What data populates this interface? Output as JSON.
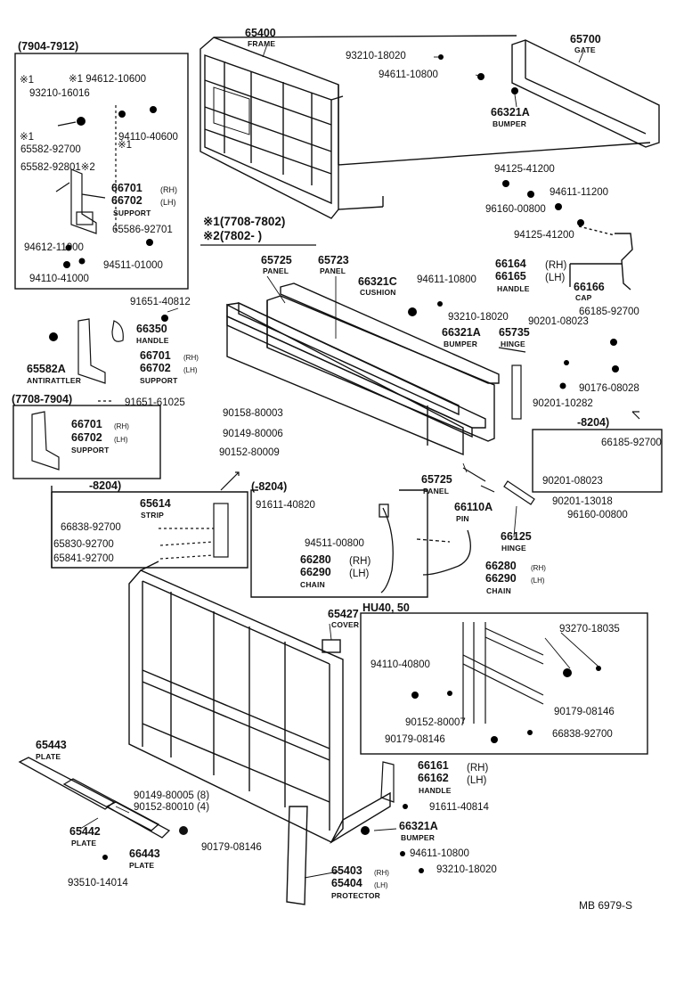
{
  "diagram_code": "MB 6979-S",
  "groups": {
    "g7904": "(7904-7912)",
    "g7708": "(7708-7904)",
    "g8204a": "-8204)",
    "g8204b": "(-8204)",
    "g8204c": "-8204)",
    "hu40": "HU40, 50",
    "note1": "※1(7708-7802)",
    "note2": "※2(7802-     )"
  },
  "labels": {
    "frame_no": "65400",
    "frame_nm": "FRAME",
    "gate_no": "65700",
    "gate_nm": "GATE",
    "bolt1": "93210-18020",
    "nut1": "94611-10800",
    "bumper1_no": "66321A",
    "bumper1_nm": "BUMPER",
    "mark1a": "※1",
    "mark1b": "※1",
    "p1": "※1 94612-10600",
    "p2": "93210-16016",
    "p3": "94110-40600",
    "mark1c": "※1",
    "mark1d": "※1",
    "p4": "65582-92700",
    "p5": "65582-92801※2",
    "sup1_rh": "66701",
    "sup1_rh_t": "(RH)",
    "sup1_lh": "66702",
    "sup1_lh_t": "(LH)",
    "sup1_nm": "SUPPORT",
    "p6": "65586-92701",
    "p7": "94612-11000",
    "p8": "94511-01000",
    "p9": "94110-41000",
    "p10": "94125-41200",
    "p11": "96160-00800",
    "p12": "94611-11200",
    "p13": "94125-41200",
    "panel1_no": "65725",
    "panel1_nm": "PANEL",
    "panel2_no": "65723",
    "panel2_nm": "PANEL",
    "cush_no": "66321C",
    "cush_nm": "CUSHION",
    "p14": "94611-10800",
    "h_rh_no": "66164",
    "h_rh_t": "(RH)",
    "h_lh_no": "66165",
    "h_lh_t": "(LH)",
    "h_nm": "HANDLE",
    "cap_no": "66166",
    "cap_nm": "CAP",
    "p15": "91651-40812",
    "hdl2_no": "66350",
    "hdl2_nm": "HANDLE",
    "p16": "93210-18020",
    "bumper2_no": "66321A",
    "bumper2_nm": "BUMPER",
    "p17": "90201-08023",
    "p18": "66185-92700",
    "hinge1_no": "65735",
    "hinge1_nm": "HINGE",
    "anti_no": "65582A",
    "anti_nm": "ANTIRATTLER",
    "sup2_rh": "66701",
    "sup2_rh_t": "(RH)",
    "sup2_lh": "66702",
    "sup2_lh_t": "(LH)",
    "sup2_nm": "SUPPORT",
    "p19": "91651-61025",
    "p20": "90176-08028",
    "p21": "90201-10282",
    "sup3_rh": "66701",
    "sup3_rh_t": "(RH)",
    "sup3_lh": "66702",
    "sup3_lh_t": "(LH)",
    "sup3_nm": "SUPPORT",
    "p22": "90158-80003",
    "p23": "90149-80006",
    "p24": "90152-80009",
    "p25": "66185-92700",
    "p26": "90201-08023",
    "panel3_no": "65725",
    "panel3_nm": "PANEL",
    "pin_no": "66110A",
    "pin_nm": "PIN",
    "p27": "90201-13018",
    "p28": "96160-00800",
    "hinge2_no": "66125",
    "hinge2_nm": "HINGE",
    "strip_no": "65614",
    "strip_nm": "STRIP",
    "p29": "66838-92700",
    "p30": "65830-92700",
    "p31": "65841-92700",
    "p32": "91611-40820",
    "p33": "94511-00800",
    "ch1_rh": "66280",
    "ch1_rh_t": "(RH)",
    "ch1_lh": "66290",
    "ch1_lh_t": "(LH)",
    "ch1_nm": "CHAIN",
    "ch2_rh": "66280",
    "ch2_rh_t": "(RH)",
    "ch2_lh": "66290",
    "ch2_lh_t": "(LH)",
    "ch2_nm": "CHAIN",
    "cover_no": "65427",
    "cover_nm": "COVER",
    "p34": "93270-18035",
    "p35": "94110-40800",
    "p36": "90152-80007",
    "p37": "90179-08146",
    "p38": "90179-08146",
    "p39": "66838-92700",
    "plate1_no": "65443",
    "plate1_nm": "PLATE",
    "p40": "90149-80005 (8)",
    "p41": "90152-80010 (4)",
    "h3_rh": "66161",
    "h3_rh_t": "(RH)",
    "h3_lh": "66162",
    "h3_lh_t": "(LH)",
    "h3_nm": "HANDLE",
    "p42": "91611-40814",
    "plate2_no": "65442",
    "plate2_nm": "PLATE",
    "p43": "90179-08146",
    "plate3_no": "66443",
    "plate3_nm": "PLATE",
    "bumper3_no": "66321A",
    "bumper3_nm": "BUMPER",
    "p44": "94611-10800",
    "p45": "93210-18020",
    "prot_rh": "65403",
    "prot_rh_t": "(RH)",
    "prot_lh": "65404",
    "prot_lh_t": "(LH)",
    "prot_nm": "PROTECTOR",
    "p46": "93510-14014"
  }
}
